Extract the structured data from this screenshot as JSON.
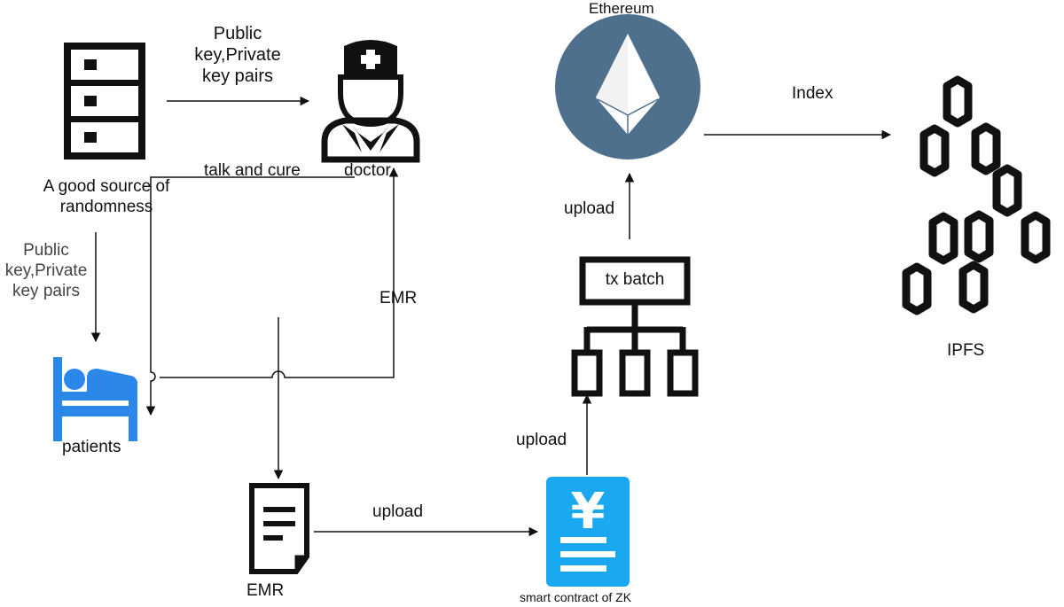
{
  "labels": {
    "public_key_top": [
      "Public",
      "key,Private",
      "key pairs"
    ],
    "public_key_left": [
      "Public",
      "key,Private",
      "key pairs"
    ],
    "randomness": [
      "A good source of",
      "randomness"
    ],
    "talk_and_cure": "talk and cure",
    "doctor": "doctor",
    "emr_vertical": "EMR",
    "patients": "patients",
    "emr_document": "EMR",
    "upload_emr": "upload",
    "smart_contract": "smart contract of ZK",
    "upload_contract": "upload",
    "tx_batch": "tx batch",
    "upload_batch": "upload",
    "ethereum": "Ethereum",
    "index": "Index",
    "ipfs": "IPFS",
    "yen_symbol": "¥"
  },
  "colors": {
    "line": "#111111",
    "patient_blue": "#2b87e8",
    "contract_blue": "#1aa8f0",
    "ethereum_circle": "#4f708d",
    "ethereum_diamond": "#ffffff"
  },
  "icons": {
    "server": "server-icon",
    "doctor": "doctor-icon",
    "patient": "patient-bed-icon",
    "document": "document-icon",
    "contract": "smart-contract-icon",
    "tx_batch": "tx-batch-tree-icon",
    "ethereum": "ethereum-logo-icon",
    "ipfs": "ipfs-hexagons-icon"
  }
}
